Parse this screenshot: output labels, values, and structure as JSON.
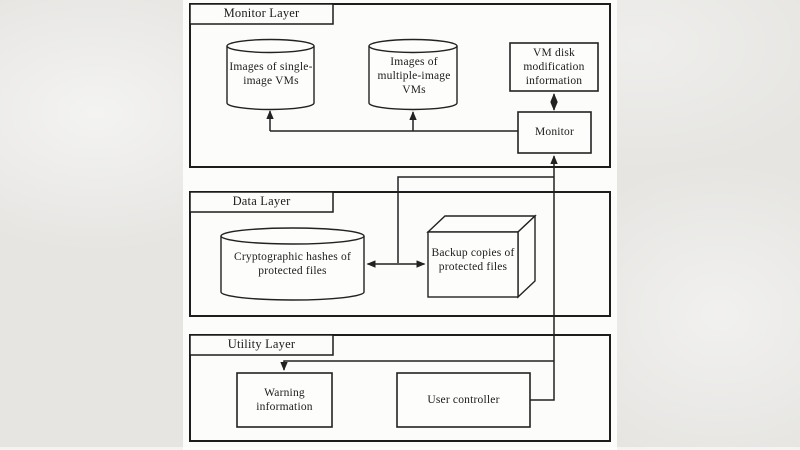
{
  "colors": {
    "outer_background": "#e6e5e2",
    "slide_background": "#fcfcfb",
    "line": "#222222",
    "text": "#1b1b1b"
  },
  "layers": {
    "monitor": {
      "label": "Monitor Layer"
    },
    "data": {
      "label": "Data Layer"
    },
    "utility": {
      "label": "Utility Layer"
    }
  },
  "nodes": {
    "single_image_vms": {
      "label": "Images of single-image VMs",
      "shape": "cylinder"
    },
    "multiple_image_vms": {
      "label": "Images of multiple-image VMs",
      "shape": "cylinder"
    },
    "vm_disk_info": {
      "label": "VM disk modification information",
      "shape": "rectangle"
    },
    "monitor": {
      "label": "Monitor",
      "shape": "rectangle"
    },
    "crypto_hashes": {
      "label": "Cryptographic hashes of protected files",
      "shape": "cylinder"
    },
    "backup_copies": {
      "label": "Backup copies of protected files",
      "shape": "cube"
    },
    "warning_info": {
      "label": "Warning information",
      "shape": "rectangle"
    },
    "user_controller": {
      "label": "User controller",
      "shape": "rectangle"
    }
  },
  "connections": [
    {
      "from": "monitor",
      "to": "single_image_vms",
      "type": "arrow"
    },
    {
      "from": "monitor",
      "to": "multiple_image_vms",
      "type": "arrow"
    },
    {
      "from": "monitor",
      "to": "vm_disk_info",
      "type": "double-arrow"
    },
    {
      "from": "user_controller",
      "to": "monitor",
      "type": "arrow"
    },
    {
      "from": "crypto_hashes",
      "to": "backup_copies",
      "type": "double-arrow"
    },
    {
      "from": "trunk",
      "to": "crypto_hashes_backup_link",
      "type": "line"
    },
    {
      "from": "trunk",
      "to": "warning_info",
      "type": "arrow"
    }
  ]
}
